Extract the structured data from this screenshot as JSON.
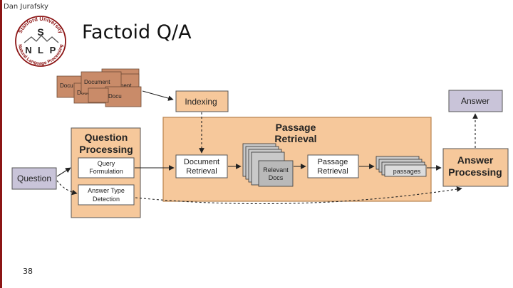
{
  "slide": {
    "author": "Dan Jurafsky",
    "title": "Factoid Q/A",
    "page_number": "38"
  },
  "logo": {
    "top_arc": "Stanford University",
    "bottom_arc": "Natural Language Processing",
    "letters": [
      "S",
      "N",
      "L",
      "P"
    ]
  },
  "diagram": {
    "documents": [
      "Document",
      "Document",
      "Docu",
      "Document",
      "Docu",
      "Docu"
    ],
    "indexing": "Indexing",
    "answer": "Answer",
    "question": "Question",
    "question_processing": {
      "title_line1": "Question",
      "title_line2": "Processing",
      "query_line1": "Query",
      "query_line2": "Formulation",
      "atd_line1": "Answer Type",
      "atd_line2": "Detection"
    },
    "passage_retrieval": {
      "title_line1": "Passage",
      "title_line2": "Retrieval",
      "docret_line1": "Document",
      "docret_line2": "Retrieval",
      "relevant_line1": "Relevant",
      "relevant_line2": "Docs",
      "passret_line1": "Passage",
      "passret_line2": "Retrieval",
      "passages": "passages"
    },
    "answer_processing": {
      "line1": "Answer",
      "line2": "Processing"
    },
    "colors": {
      "panel": "#f6c89b",
      "doc": "#c98b69",
      "gray_box": "#c9c4d9",
      "stack": "#b9b9b9",
      "arrow": "#222222"
    }
  }
}
